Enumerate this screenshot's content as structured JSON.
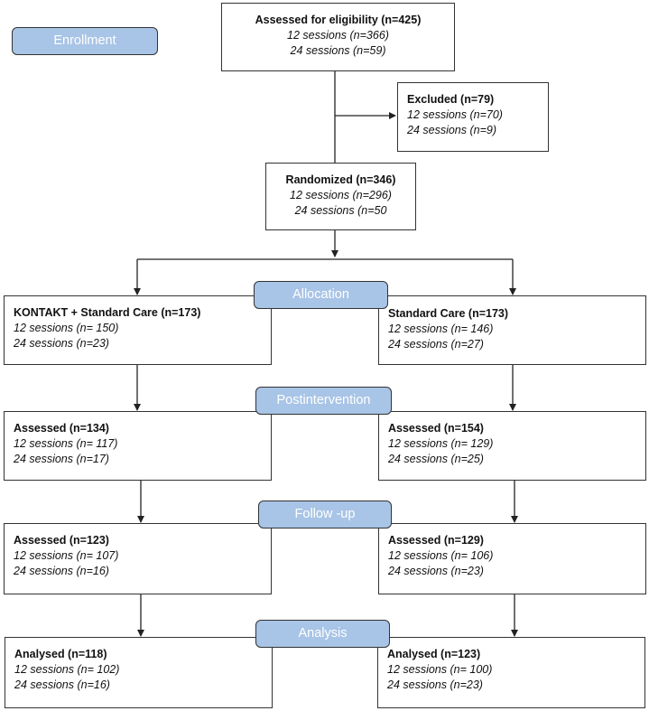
{
  "stages": {
    "enrollment": "Enrollment",
    "allocation": "Allocation",
    "postintervention": "Postintervention",
    "followup": "Follow -up",
    "analysis": "Analysis"
  },
  "assessed": {
    "title": "Assessed for eligibility (n=425)",
    "s12": "12 sessions (n=366)",
    "s24": "24 sessions (n=59)"
  },
  "excluded": {
    "title": "Excluded (n=79)",
    "s12": "12 sessions (n=70)",
    "s24": "24 sessions (n=9)"
  },
  "randomized": {
    "title": "Randomized (n=346)",
    "s12": "12 sessions (n=296)",
    "s24": "24 sessions (n=50"
  },
  "left": {
    "allocation": {
      "title": "KONTAKT + Standard Care (n=173)",
      "s12": "12 sessions (n= 150)",
      "s24": "24 sessions (n=23)"
    },
    "post": {
      "title": "Assessed (n=134)",
      "s12": "12 sessions (n= 117)",
      "s24": "24 sessions (n=17)"
    },
    "followup": {
      "title": "Assessed (n=123)",
      "s12": "12 sessions (n= 107)",
      "s24": "24 sessions (n=16)"
    },
    "analysis": {
      "title": "Analysed (n=118)",
      "s12": "12 sessions (n= 102)",
      "s24": "24 sessions (n=16)"
    }
  },
  "right": {
    "allocation": {
      "title": "Standard Care (n=173)",
      "s12": "12 sessions (n= 146)",
      "s24": "24 sessions (n=27)"
    },
    "post": {
      "title": "Assessed (n=154)",
      "s12": "12 sessions (n= 129)",
      "s24": "24 sessions (n=25)"
    },
    "followup": {
      "title": "Assessed (n=129)",
      "s12": "12 sessions (n= 106)",
      "s24": "24 sessions (n=23)"
    },
    "analysis": {
      "title": "Analysed (n=123)",
      "s12": "12 sessions (n= 100)",
      "s24": "24 sessions (n=23)"
    }
  },
  "colors": {
    "stage_fill": "#a8c4e6",
    "stage_text": "#ffffff",
    "line": "#222222"
  }
}
